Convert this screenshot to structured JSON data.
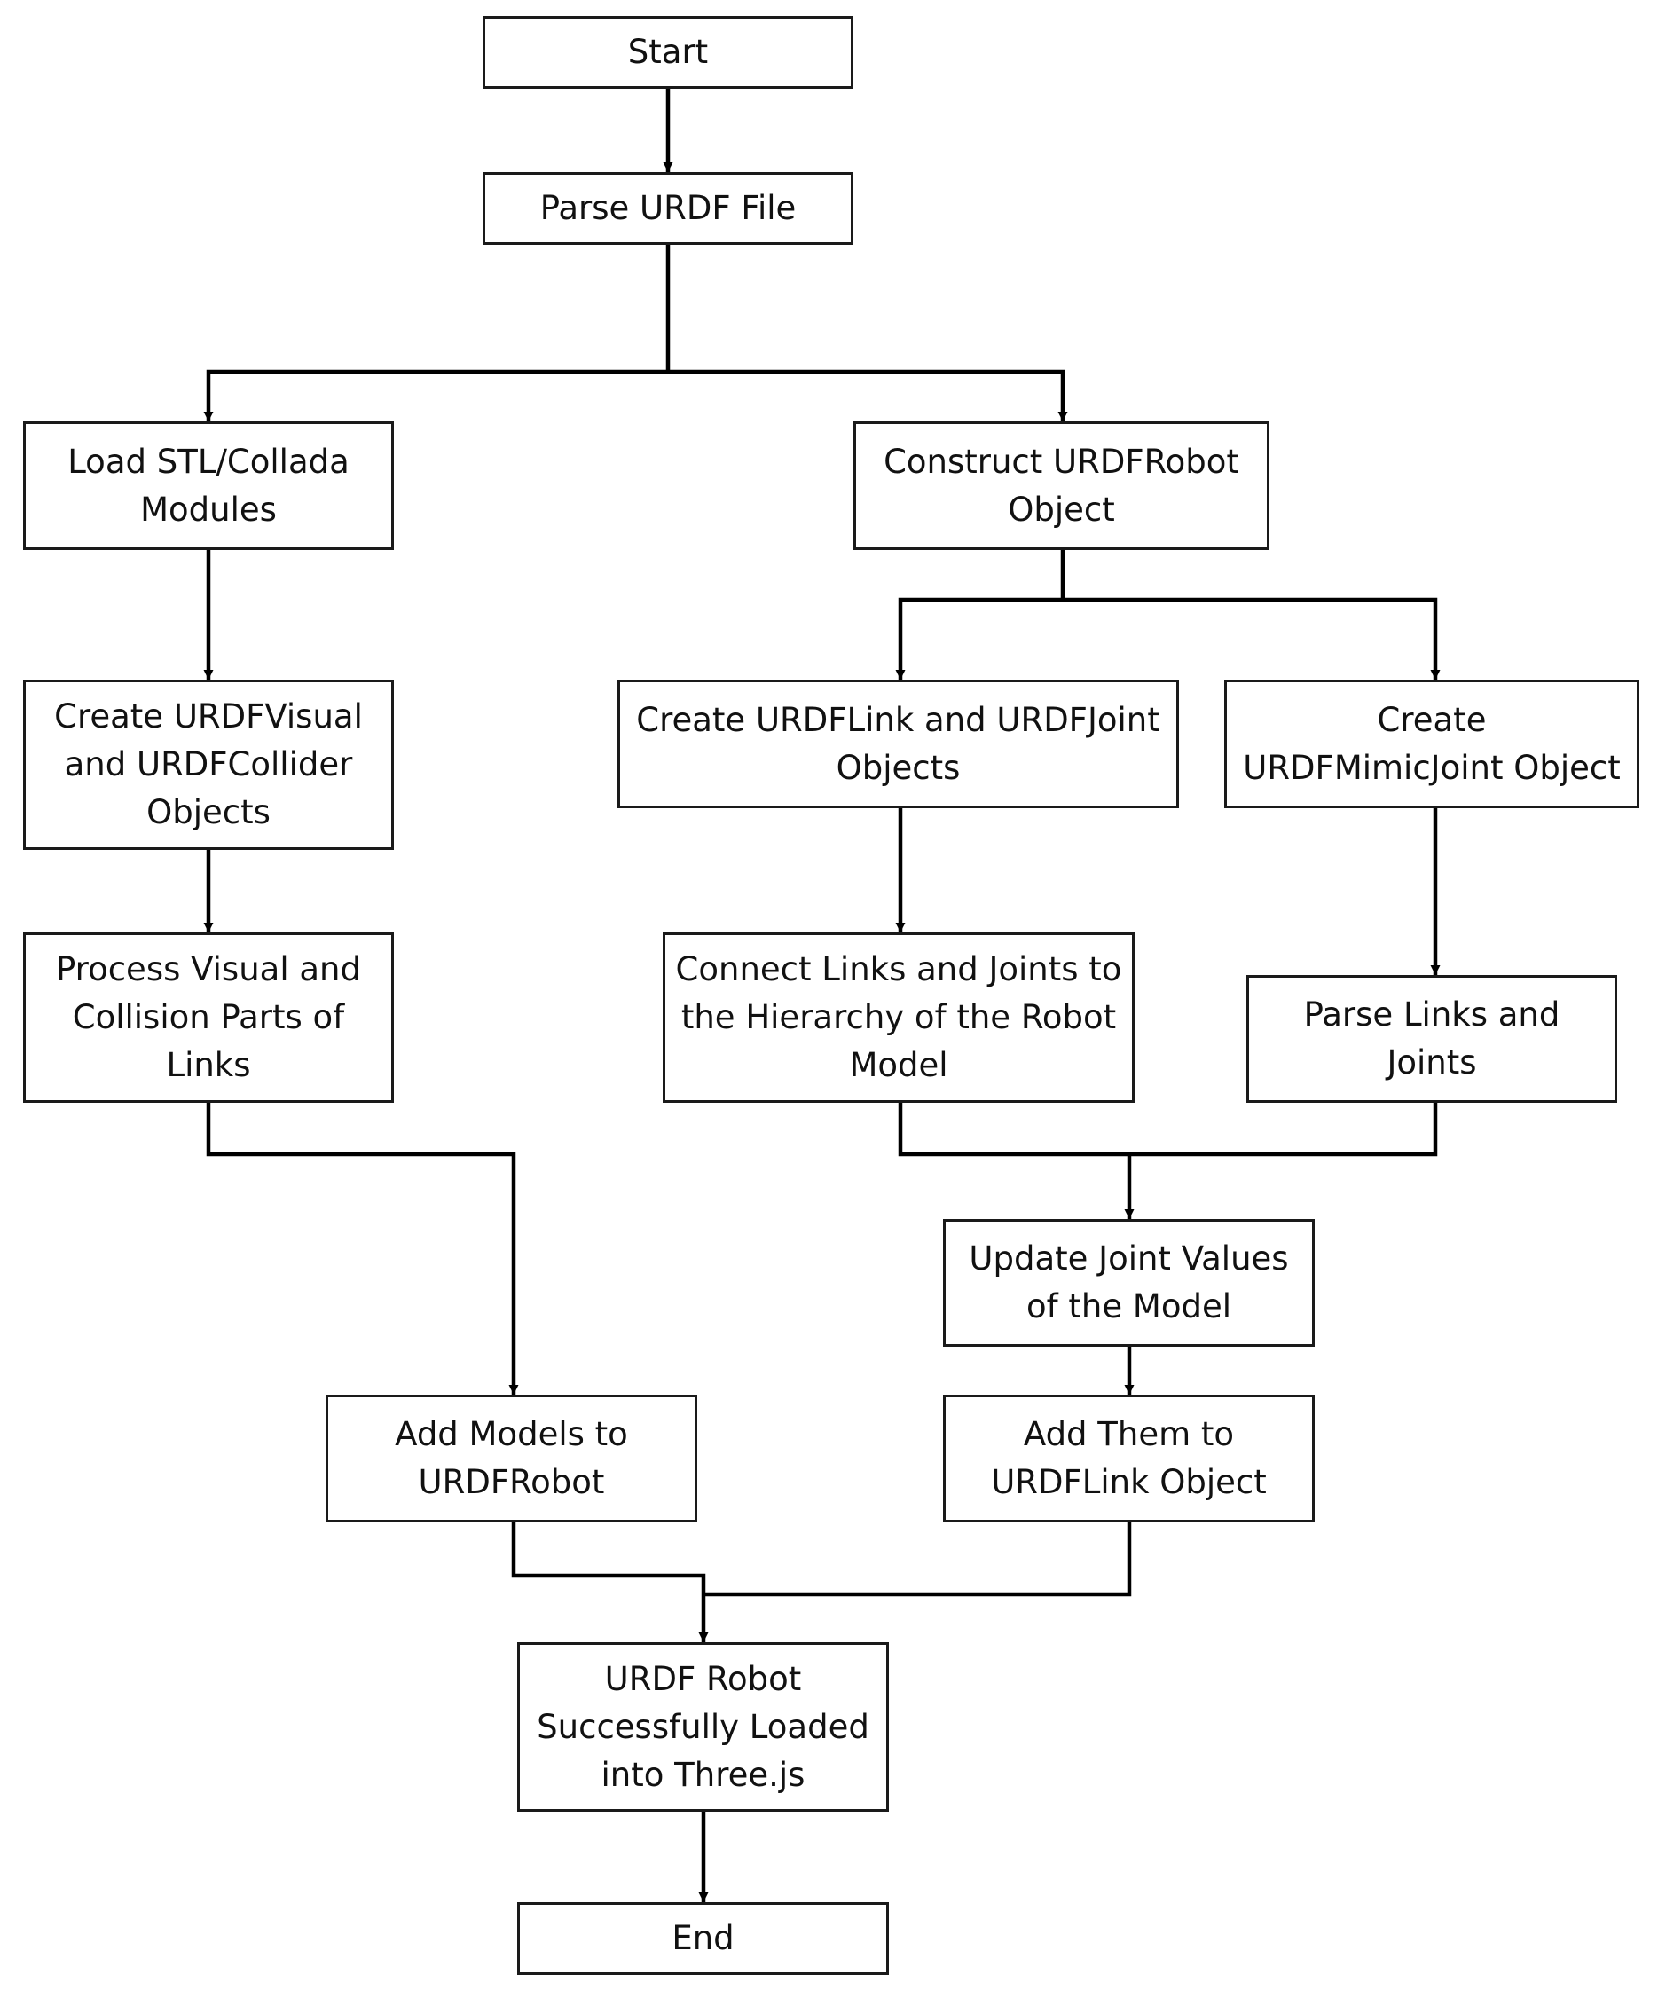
{
  "diagram": {
    "nodes": [
      {
        "id": "start",
        "label": "Start"
      },
      {
        "id": "parse-urdf-file",
        "label": "Parse URDF File"
      },
      {
        "id": "load-stl-collada-modules",
        "label": "Load STL/Collada\nModules"
      },
      {
        "id": "construct-urdfrobot-object",
        "label": "Construct URDFRobot\nObject"
      },
      {
        "id": "create-urdfvisual-urdfcollider",
        "label": "Create URDFVisual\nand URDFCollider\nObjects"
      },
      {
        "id": "create-urdflink-urdfjoint",
        "label": "Create URDFLink and URDFJoint\nObjects"
      },
      {
        "id": "create-urdfmimicjoint",
        "label": "Create\nURDFMimicJoint Object"
      },
      {
        "id": "process-visual-collision",
        "label": "Process Visual and\nCollision Parts of\nLinks"
      },
      {
        "id": "connect-links-joints",
        "label": "Connect Links and Joints to\nthe Hierarchy of the Robot\nModel"
      },
      {
        "id": "parse-links-joints",
        "label": "Parse Links and\nJoints"
      },
      {
        "id": "update-joint-values",
        "label": "Update Joint Values\nof the Model"
      },
      {
        "id": "add-models-to-urdfrobot",
        "label": "Add Models to\nURDFRobot"
      },
      {
        "id": "add-them-to-urdflink",
        "label": "Add Them to\nURDFLink Object"
      },
      {
        "id": "robot-loaded",
        "label": "URDF Robot\nSuccessfully Loaded\ninto Three.js"
      },
      {
        "id": "end",
        "label": "End"
      }
    ],
    "edges": [
      {
        "from": "start",
        "to": "parse-urdf-file"
      },
      {
        "from": "parse-urdf-file",
        "to": "load-stl-collada-modules"
      },
      {
        "from": "parse-urdf-file",
        "to": "construct-urdfrobot-object"
      },
      {
        "from": "load-stl-collada-modules",
        "to": "create-urdfvisual-urdfcollider"
      },
      {
        "from": "create-urdfvisual-urdfcollider",
        "to": "process-visual-collision"
      },
      {
        "from": "process-visual-collision",
        "to": "add-models-to-urdfrobot"
      },
      {
        "from": "construct-urdfrobot-object",
        "to": "create-urdflink-urdfjoint"
      },
      {
        "from": "construct-urdfrobot-object",
        "to": "create-urdfmimicjoint"
      },
      {
        "from": "create-urdflink-urdfjoint",
        "to": "connect-links-joints"
      },
      {
        "from": "create-urdfmimicjoint",
        "to": "parse-links-joints"
      },
      {
        "from": "connect-links-joints",
        "to": "update-joint-values"
      },
      {
        "from": "parse-links-joints",
        "to": "update-joint-values"
      },
      {
        "from": "update-joint-values",
        "to": "add-them-to-urdflink"
      },
      {
        "from": "add-models-to-urdfrobot",
        "to": "robot-loaded"
      },
      {
        "from": "add-them-to-urdflink",
        "to": "robot-loaded"
      },
      {
        "from": "robot-loaded",
        "to": "end"
      }
    ]
  }
}
